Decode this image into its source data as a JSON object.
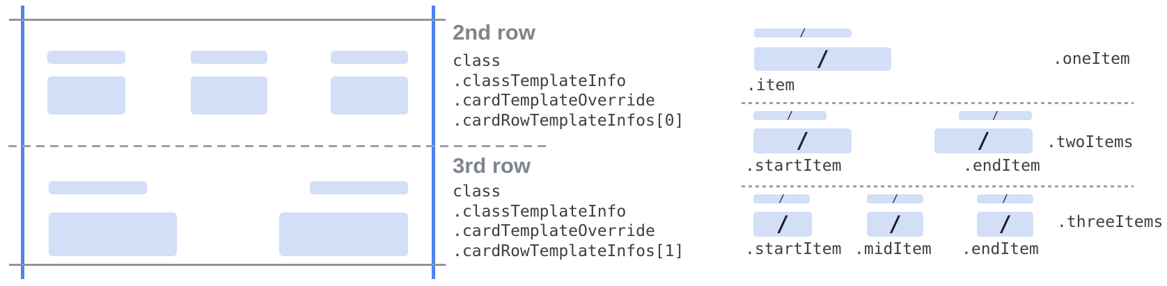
{
  "annotations": {
    "row2": {
      "heading": "2nd row",
      "code_lines": [
        "class",
        ".classTemplateInfo",
        ".cardTemplateOverride",
        ".cardRowTemplateInfos[0]"
      ]
    },
    "row3": {
      "heading": "3rd row",
      "code_lines": [
        "class",
        ".classTemplateInfo",
        ".cardTemplateOverride",
        ".cardRowTemplateInfos[1]"
      ]
    }
  },
  "layouts": {
    "slash": "/",
    "one_item": {
      "name": ".oneItem",
      "items": [
        {
          "label": ".item"
        }
      ]
    },
    "two_items": {
      "name": ".twoItems",
      "items": [
        {
          "label": ".startItem"
        },
        {
          "label": ".endItem"
        }
      ]
    },
    "three_items": {
      "name": ".threeItems",
      "items": [
        {
          "label": ".startItem"
        },
        {
          "label": ".midItem"
        },
        {
          "label": ".endItem"
        }
      ]
    }
  },
  "colors": {
    "placeholder-blue": "#d3dff7",
    "guide-blue": "#4e84f1",
    "line-gray": "#909499",
    "dash-gray": "#9aa0a6",
    "heading-gray": "#7e858c",
    "code-dark": "#3c4043"
  }
}
